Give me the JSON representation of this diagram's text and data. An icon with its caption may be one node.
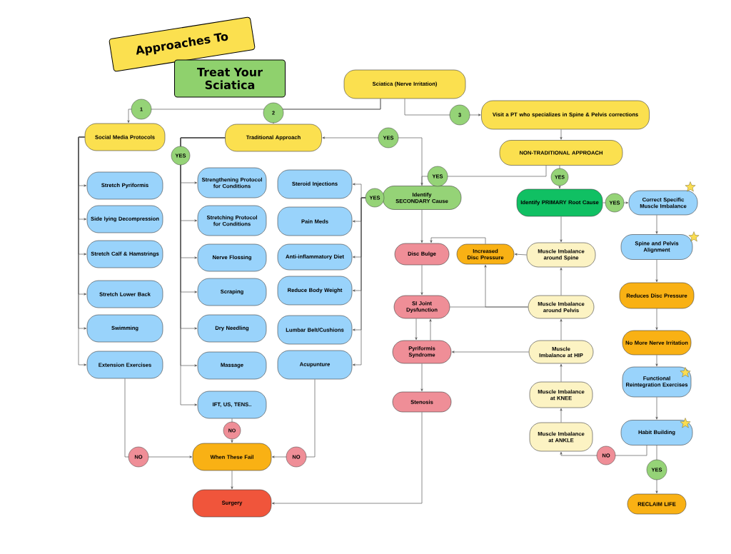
{
  "diagram": {
    "nodes": [
      {
        "text": [
          "Approaches To"
        ]
      },
      {
        "text": [
          "Treat Your Sciatica"
        ]
      },
      {
        "text": [
          "Sciatica (Nerve Irritation)"
        ]
      },
      {
        "text": [
          "Social Media Protocols"
        ]
      },
      {
        "text": [
          "Traditional Approach"
        ]
      },
      {
        "text": [
          "Visit a PT who specializes in Spine & Pelvis corrections"
        ]
      },
      {
        "text": [
          "NON-TRADITIONAL APPROACH"
        ]
      },
      {
        "text": [
          "Stretch Pyriformis"
        ]
      },
      {
        "text": [
          "Side lying Decompression"
        ]
      },
      {
        "text": [
          "Stretch Calf & Hamstrings"
        ]
      },
      {
        "text": [
          "Stretch Lower Back"
        ]
      },
      {
        "text": [
          "Swimming"
        ]
      },
      {
        "text": [
          "Extension Exercises"
        ]
      },
      {
        "text": [
          "Strengthening Protocol for Conditions"
        ]
      },
      {
        "text": [
          "Stretching Protocol for Conditions"
        ]
      },
      {
        "text": [
          "Nerve Flossing"
        ]
      },
      {
        "text": [
          "Scraping"
        ]
      },
      {
        "text": [
          "Dry Needling"
        ]
      },
      {
        "text": [
          "Massage"
        ]
      },
      {
        "text": [
          "IFT, US, TENS.."
        ]
      },
      {
        "text": [
          "Steroid Injections"
        ]
      },
      {
        "text": [
          "Pain Meds"
        ]
      },
      {
        "text": [
          "Anti-inflammatory Diet"
        ]
      },
      {
        "text": [
          "Reduce Body Weight"
        ]
      },
      {
        "text": [
          "Lumbar Belt/Cushions"
        ]
      },
      {
        "text": [
          "Acupunture"
        ]
      },
      {
        "text": [
          "When These Fail"
        ]
      },
      {
        "text": [
          "Surgery"
        ]
      },
      {
        "text": [
          "Identify SECONDARY Cause"
        ]
      },
      {
        "text": [
          "Identify PRIMARY Root Cause"
        ]
      },
      {
        "text": [
          "Correct Specific Muscle Imbalance"
        ]
      },
      {
        "text": [
          "Disc Bulge"
        ]
      },
      {
        "text": [
          "Increased Disc Pressure"
        ]
      },
      {
        "text": [
          "Muscle Imbalance around Spine"
        ]
      },
      {
        "text": [
          "SI Joint Dysfunction"
        ]
      },
      {
        "text": [
          "Muscle Imbalance around Pelvis"
        ]
      },
      {
        "text": [
          "Pyriformis Syndrome"
        ]
      },
      {
        "text": [
          "Muscle Imbalance at HIP"
        ]
      },
      {
        "text": [
          "Stenosis"
        ]
      },
      {
        "text": [
          "Muscle Imbalance at KNEE"
        ]
      },
      {
        "text": [
          "Muscle Imbalance at ANKLE"
        ]
      },
      {
        "text": [
          "Spine and Pelvis Alignment"
        ]
      },
      {
        "text": [
          "Reduces Disc Pressure"
        ]
      },
      {
        "text": [
          "No More Nerve Irritation"
        ]
      },
      {
        "text": [
          "Functional Reintegration Exercises"
        ]
      },
      {
        "text": [
          "Habit Building"
        ]
      },
      {
        "text": [
          "RECLAIM LIFE"
        ]
      }
    ],
    "edges": [
      {
        "from": 2,
        "to": 3,
        "arrow": "to",
        "label": "1"
      },
      {
        "from": 2,
        "to": 4,
        "arrow": "to",
        "label": "2"
      },
      {
        "from": 2,
        "to": 5,
        "arrow": "to",
        "label": "3"
      },
      {
        "from": 5,
        "to": 6,
        "arrow": "to"
      },
      {
        "from": 6,
        "to": 28,
        "arrow": "to",
        "label": "YES"
      },
      {
        "from": 6,
        "to": 29,
        "arrow": "to",
        "label": "YES"
      },
      {
        "from": 28,
        "to": 4,
        "arrow": "to",
        "label": "YES"
      },
      {
        "from": 28,
        "to": 20,
        "arrow": "to",
        "label": "YES"
      },
      {
        "from": 28,
        "to": 21,
        "arrow": "to"
      },
      {
        "from": 28,
        "to": 22,
        "arrow": "to"
      },
      {
        "from": 28,
        "to": 23,
        "arrow": "to"
      },
      {
        "from": 28,
        "to": 24,
        "arrow": "to"
      },
      {
        "from": 28,
        "to": 25,
        "arrow": "to"
      },
      {
        "from": 4,
        "to": 13,
        "arrow": "to",
        "label": "YES"
      },
      {
        "from": 4,
        "to": 14,
        "arrow": "to"
      },
      {
        "from": 4,
        "to": 15,
        "arrow": "to"
      },
      {
        "from": 4,
        "to": 16,
        "arrow": "to"
      },
      {
        "from": 4,
        "to": 17,
        "arrow": "to"
      },
      {
        "from": 4,
        "to": 18,
        "arrow": "to"
      },
      {
        "from": 4,
        "to": 19,
        "arrow": "to"
      },
      {
        "from": 3,
        "to": 7,
        "arrow": "to"
      },
      {
        "from": 3,
        "to": 8,
        "arrow": "to"
      },
      {
        "from": 3,
        "to": 9,
        "arrow": "to"
      },
      {
        "from": 3,
        "to": 10,
        "arrow": "to"
      },
      {
        "from": 3,
        "to": 11,
        "arrow": "to"
      },
      {
        "from": 3,
        "to": 12,
        "arrow": "to"
      },
      {
        "from": 12,
        "to": 26,
        "arrow": "to",
        "label": "NO"
      },
      {
        "from": 19,
        "to": 26,
        "arrow": "to",
        "label": "NO"
      },
      {
        "from": 25,
        "to": 26,
        "arrow": "to",
        "label": "NO"
      },
      {
        "from": 26,
        "to": 27,
        "arrow": "to"
      },
      {
        "from": 38,
        "to": 27,
        "arrow": "to"
      },
      {
        "from": 29,
        "to": 30,
        "arrow": "to",
        "label": "YES"
      },
      {
        "from": 29,
        "to": 33,
        "arrow": "to"
      },
      {
        "from": 30,
        "to": 41,
        "arrow": "to"
      },
      {
        "from": 41,
        "to": 42,
        "arrow": "to"
      },
      {
        "from": 42,
        "to": 43,
        "arrow": "to"
      },
      {
        "from": 43,
        "to": 44,
        "arrow": "to"
      },
      {
        "from": 44,
        "to": 45,
        "arrow": "to"
      },
      {
        "from": 45,
        "to": 46,
        "arrow": "to",
        "label": "YES"
      },
      {
        "from": 45,
        "to": 40,
        "arrow": "to",
        "label": "NO"
      },
      {
        "from": 40,
        "to": 39,
        "arrow": "to"
      },
      {
        "from": 39,
        "to": 37,
        "arrow": "to"
      },
      {
        "from": 37,
        "to": 35,
        "arrow": "to"
      },
      {
        "from": 35,
        "to": 33,
        "arrow": "to"
      },
      {
        "from": 33,
        "to": 32,
        "arrow": "to"
      },
      {
        "from": 32,
        "to": 31,
        "arrow": "to"
      },
      {
        "from": 35,
        "to": 32,
        "arrow": "to"
      },
      {
        "from": 35,
        "to": 34,
        "arrow": "none"
      },
      {
        "from": 28,
        "to": 31,
        "arrow": "to"
      },
      {
        "from": 31,
        "to": 34,
        "arrow": "to"
      },
      {
        "from": 34,
        "to": 36,
        "arrow": "to"
      },
      {
        "from": 36,
        "to": 34,
        "arrow": "to"
      },
      {
        "from": 37,
        "to": 36,
        "arrow": "to"
      },
      {
        "from": 36,
        "to": 38,
        "arrow": "to"
      }
    ]
  }
}
